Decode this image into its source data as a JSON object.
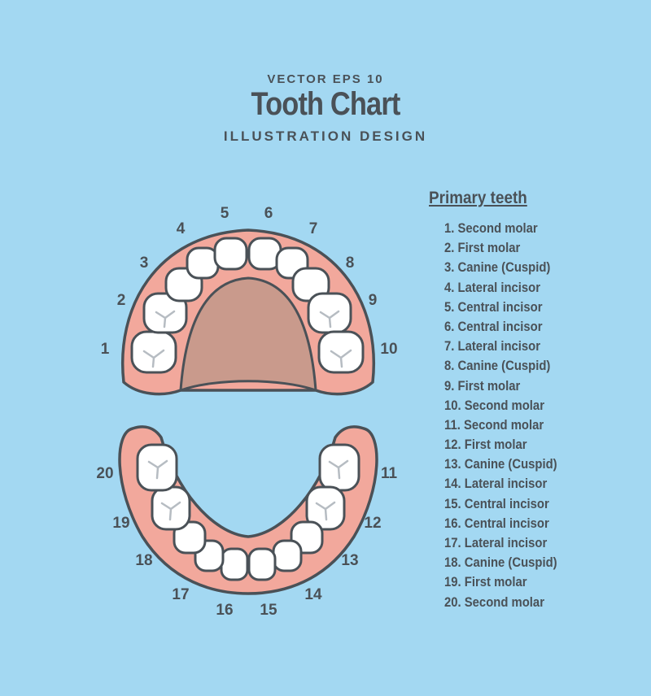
{
  "header": {
    "top_line": "VECTOR EPS 10",
    "title": "Tooth Chart",
    "subtitle": "ILLUSTRATION DESIGN"
  },
  "legend": {
    "title": "Primary teeth",
    "items": [
      "1. Second molar",
      "2. First molar",
      "3. Canine (Cuspid)",
      "4. Lateral incisor",
      "5. Central incisor",
      "6. Central incisor",
      "7. Lateral incisor",
      "8. Canine (Cuspid)",
      "9. First molar",
      "10. Second molar",
      "11. Second molar",
      "12. First molar",
      "13. Canine (Cuspid)",
      "14. Lateral incisor",
      "15. Central incisor",
      "16. Central incisor",
      "17. Lateral incisor",
      "18. Canine (Cuspid)",
      "19. First molar",
      "20. Second molar"
    ]
  },
  "tooth_numbers": [
    "1",
    "2",
    "3",
    "4",
    "5",
    "6",
    "7",
    "8",
    "9",
    "10",
    "11",
    "12",
    "13",
    "14",
    "15",
    "16",
    "17",
    "18",
    "19",
    "20"
  ],
  "colors": {
    "background": "#a3d8f2",
    "gum": "#f2a89c",
    "palate": "#c99a8c",
    "tooth": "#ffffff",
    "outline": "#4a5157"
  }
}
